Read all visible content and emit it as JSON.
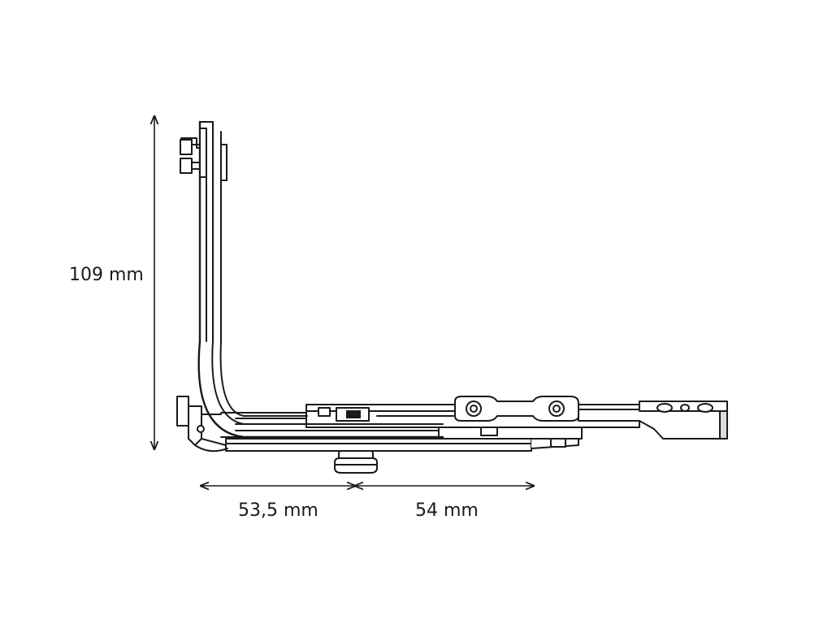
{
  "dimensions": {
    "height": "109 mm",
    "width_left": "53,5 mm",
    "width_right": "54 mm"
  },
  "colors": {
    "line": "#1a1a1a",
    "fill": "#ffffff",
    "shade": "#dcdcdc"
  }
}
